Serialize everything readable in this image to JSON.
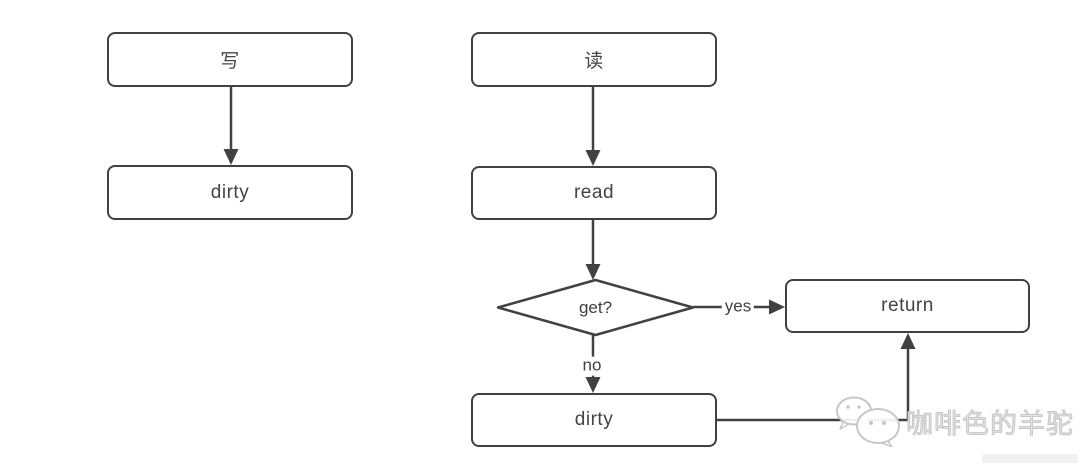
{
  "diagram": {
    "type": "flowchart",
    "nodes": {
      "write": {
        "label": "写",
        "shape": "rounded-rect"
      },
      "dirty_left": {
        "label": "dirty",
        "shape": "rounded-rect"
      },
      "read_zh": {
        "label": "读",
        "shape": "rounded-rect"
      },
      "read": {
        "label": "read",
        "shape": "rounded-rect"
      },
      "decision": {
        "label": "get?",
        "shape": "diamond"
      },
      "return": {
        "label": "return",
        "shape": "rounded-rect"
      },
      "dirty_bottom": {
        "label": "dirty",
        "shape": "rounded-rect"
      }
    },
    "edges": [
      {
        "from": "write",
        "to": "dirty_left",
        "label": ""
      },
      {
        "from": "read_zh",
        "to": "read",
        "label": ""
      },
      {
        "from": "read",
        "to": "decision",
        "label": ""
      },
      {
        "from": "decision",
        "to": "return",
        "label": "yes"
      },
      {
        "from": "decision",
        "to": "dirty_bottom",
        "label": "no"
      },
      {
        "from": "dirty_bottom",
        "to": "return",
        "label": ""
      }
    ],
    "edge_labels": {
      "yes": "yes",
      "no": "no"
    }
  },
  "watermark": {
    "text": "咖啡色的羊驼",
    "icon": "wechat-bubbles-icon"
  },
  "colors": {
    "background": "#ffffff",
    "stroke": "#414141",
    "node_text": "#444444",
    "watermark_gray": "#c7c7c7"
  }
}
